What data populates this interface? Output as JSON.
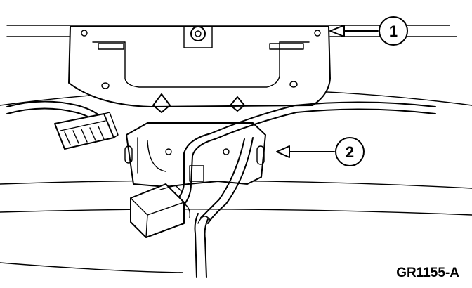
{
  "callouts": [
    {
      "id": 1,
      "label": "1"
    },
    {
      "id": 2,
      "label": "2"
    }
  ],
  "figure_id": "GR1155-A"
}
